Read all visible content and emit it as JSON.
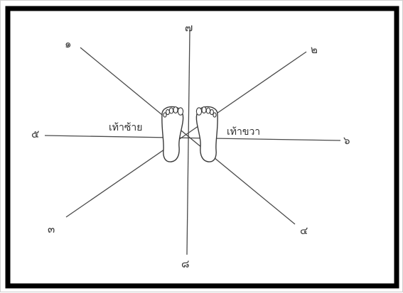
{
  "labels": {
    "top": "๗",
    "top_left": "๑",
    "top_right": "๒",
    "left": "๕",
    "right": "๖",
    "bottom_left": "๓",
    "bottom_right": "๔",
    "bottom": "๘"
  },
  "feet": {
    "left_label": "เท้าซ้าย",
    "right_label": "เท้าขวา"
  }
}
